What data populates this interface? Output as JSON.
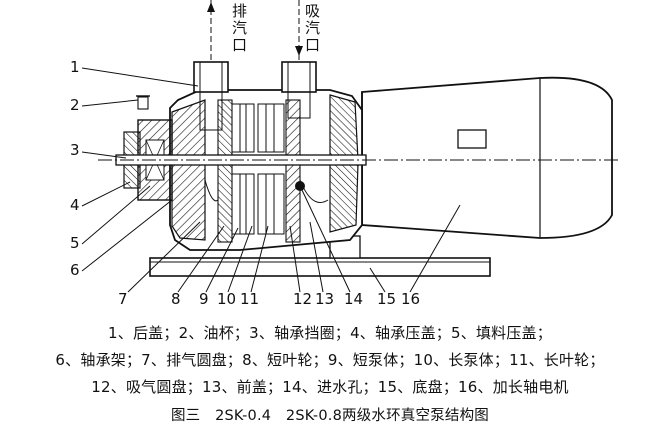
{
  "ports": {
    "exhaust": [
      "排",
      "汽",
      "口"
    ],
    "intake": [
      "吸",
      "汽",
      "口"
    ]
  },
  "callouts_left": [
    "1",
    "2",
    "3",
    "4",
    "5",
    "6"
  ],
  "callouts_bottom": [
    "7",
    "8",
    "9",
    "10",
    "11",
    "12",
    "13",
    "14",
    "15",
    "16"
  ],
  "legend": {
    "line1": "1、后盖；2、油杯；3、轴承挡圈；4、轴承压盖；5、填料压盖；",
    "line2": "6、轴承架；7、排气圆盘；8、短叶轮；9、短泵体；10、长泵体；11、长叶轮；",
    "line3": "12、吸气圆盘；13、前盖；14、进水孔；15、底盘；16、加长轴电机"
  },
  "caption": "图三　2SK-0.4　2SK-0.8两级水环真空泵结构图"
}
